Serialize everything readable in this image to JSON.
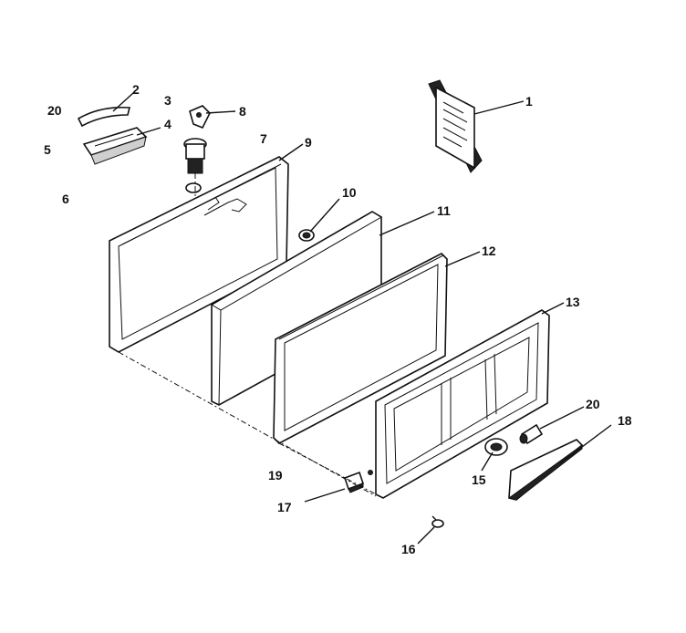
{
  "diagram": {
    "callouts": [
      {
        "id": "c1",
        "text": "1"
      },
      {
        "id": "c2",
        "text": "2"
      },
      {
        "id": "c3",
        "text": "3"
      },
      {
        "id": "c4",
        "text": "4"
      },
      {
        "id": "c5",
        "text": "5"
      },
      {
        "id": "c6",
        "text": "6"
      },
      {
        "id": "c7",
        "text": "7"
      },
      {
        "id": "c8",
        "text": "8"
      },
      {
        "id": "c9",
        "text": "9"
      },
      {
        "id": "c10",
        "text": "10"
      },
      {
        "id": "c11",
        "text": "11"
      },
      {
        "id": "c12",
        "text": "12"
      },
      {
        "id": "c13",
        "text": "13"
      },
      {
        "id": "c15",
        "text": "15"
      },
      {
        "id": "c16",
        "text": "16"
      },
      {
        "id": "c17",
        "text": "17"
      },
      {
        "id": "c18",
        "text": "18"
      },
      {
        "id": "c19",
        "text": "19"
      },
      {
        "id": "c20a",
        "text": "20"
      },
      {
        "id": "c20b",
        "text": "20"
      }
    ]
  }
}
